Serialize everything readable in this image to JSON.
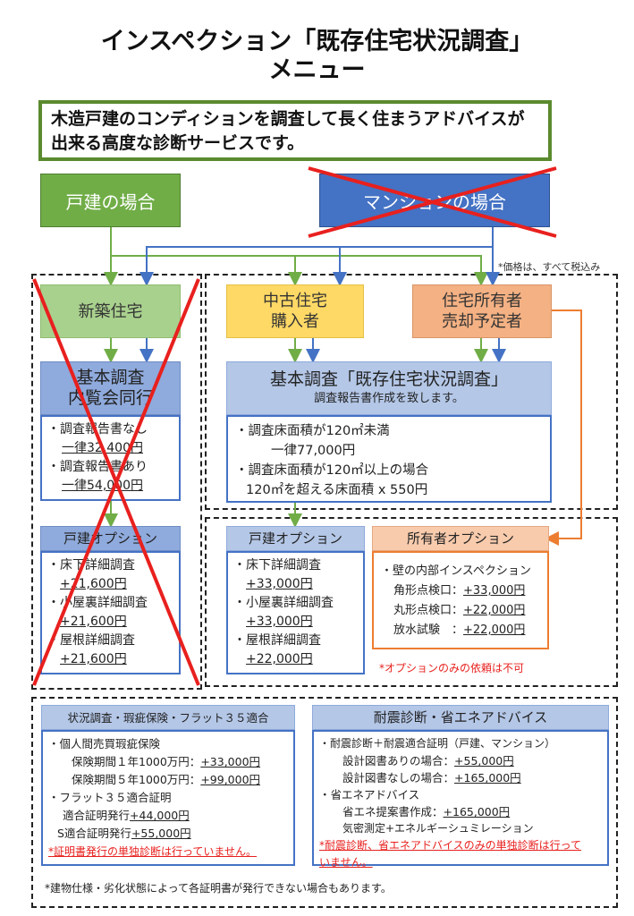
{
  "title_line1": "インスペクション「既存住宅状況調査」",
  "title_line2": "メニュー",
  "intro": "木造戸建のコンディションを調査して長く住まうアドバイスが出来る高度な診断サービスです。",
  "categories": {
    "house": "戸建の場合",
    "mansion": "マンションの場合"
  },
  "tax_note": "*価格は、すべて税込み",
  "new_house": {
    "header": "新築住宅",
    "basic_title": "基本調査\n内覧会同行",
    "lines": [
      "・調査報告書なし",
      "一律32,400円",
      "・調査報告書あり",
      "一律54,000円"
    ],
    "option_title": "戸建オプション",
    "options": [
      "・床下詳細調査",
      "+21,600円",
      "・小屋裏詳細調査",
      "+21,600円",
      "・屋根詳細調査",
      "+21,600円"
    ]
  },
  "used_buyer": {
    "header": "中古住宅\n購入者"
  },
  "owner_seller": {
    "header": "住宅所有者\n売却予定者"
  },
  "basic_survey": {
    "title": "基本調査「既存住宅状況調査」",
    "subtitle": "調査報告書作成を致します。",
    "line1": "・調査床面積が120㎡未満",
    "line2": "一律77,000円",
    "line3": "・調査床面積が120㎡以上の場合",
    "line4": "120㎡を超える床面積 x 550円"
  },
  "house_option": {
    "title": "戸建オプション",
    "items": [
      "・床下詳細調査",
      "+33,000円",
      "・小屋裏詳細調査",
      "+33,000円",
      "・屋根詳細調査",
      "+22,000円"
    ]
  },
  "owner_option": {
    "title": "所有者オプション",
    "line1": "・壁の内部インスペクション",
    "rows": [
      {
        "label": "角形点検口：",
        "price": "+33,000円"
      },
      {
        "label": "丸形点検口：",
        "price": "+22,000円"
      },
      {
        "label": "放水試験　：",
        "price": "+22,000円"
      }
    ],
    "note": "*オプションのみの依頼は不可"
  },
  "warranty": {
    "title": "状況調査・瑕疵保険・フラット３５適合",
    "line1": "・個人間売買瑕疵保険",
    "row1_label": "保険期間１年1000万円：",
    "row1_price": "+33,000円",
    "row2_label": "保険期間５年1000万円：",
    "row2_price": "+99,000円",
    "line2": "・フラット３５適合証明",
    "row3_label": "適合証明発行",
    "row3_price": "+44,000円",
    "row4_label": "S適合証明発行",
    "row4_price": "+55,000円",
    "note": "*証明書発行の単独診断は行っていません。"
  },
  "seismic": {
    "title": "耐震診断・省エネアドバイス",
    "line1": "・耐震診断＋耐震適合証明（戸建、マンション）",
    "row1_label": "設計図書ありの場合：",
    "row1_price": "+55,000円",
    "row2_label": "設計図書なしの場合：",
    "row2_price": "+165,000円",
    "line2": "・省エネアドバイス",
    "row3_label": "省エネ提案書作成：",
    "row3_price": "+165,000円",
    "line3": "気密測定+エネルギーシュミレーション",
    "note1": "*耐震診断、省エネアドバイスのみの単独診断は行って",
    "note2": "いません。"
  },
  "footer_note": "*建物仕様・劣化状態によって各証明書が発行できない場合もあります。",
  "colors": {
    "green": "#70ad47",
    "blue": "#4472c4",
    "orange": "#ed7d31",
    "red": "#e8201e"
  }
}
